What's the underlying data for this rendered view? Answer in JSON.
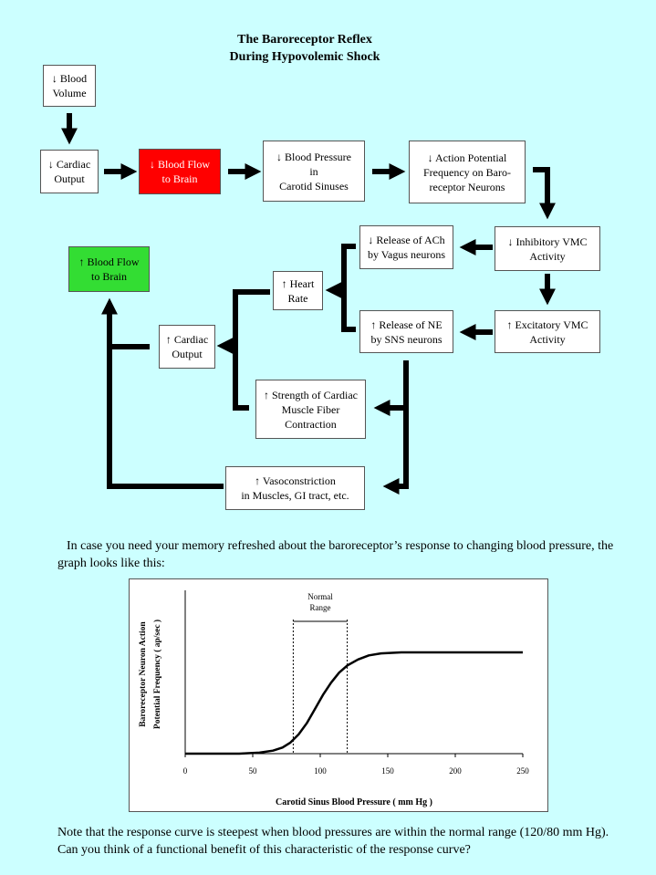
{
  "title": {
    "line1": "The Baroreceptor Reflex",
    "line2": "During Hypovolemic Shock"
  },
  "boxes": {
    "blood_volume": "↓ Blood\nVolume",
    "cardiac_output_1": "↓ Cardiac\nOutput",
    "blood_flow_brain_1": "↓ Blood Flow\nto Brain",
    "blood_pressure": "↓ Blood Pressure\nin\nCarotid Sinuses",
    "action_potential": "↓ Action Potential\nFrequency on Baro-\nreceptor Neurons",
    "inhibitory_vmc": "↓ Inhibitory VMC\nActivity",
    "excitatory_vmc": "↑ Excitatory VMC\nActivity",
    "release_ach": "↓ Release of ACh\nby Vagus neurons",
    "release_ne": "↑ Release of NE\nby SNS neurons",
    "heart_rate": "↑ Heart\nRate",
    "cardiac_output_2": "↑ Cardiac\nOutput",
    "strength": "↑ Strength of Cardiac\nMuscle Fiber\nContraction",
    "vasoconstriction": "↑ Vasoconstriction\nin Muscles, GI tract, etc.",
    "blood_flow_brain_2": "↑ Blood Flow\nto Brain"
  },
  "colors": {
    "background": "#CCFFFF",
    "decrease_highlight": "#FF0000",
    "increase_highlight": "#33DD33"
  },
  "intro_text": "In case you need your memory refreshed about the baroreceptor’s response to changing blood pressure, the graph looks like this:",
  "note_text": "Note that the response curve is steepest when blood pressures are within the normal range (120/80 mm Hg).  Can you think of a functional benefit of this characteristic of the response curve?",
  "chart_data": {
    "type": "line",
    "xlabel": "Carotid Sinus Blood Pressure ( mm Hg )",
    "ylabel_line1": "Baroreceptor Neuron Action",
    "ylabel_line2": "Potential Frequency ( ap/sec )",
    "xlim": [
      0,
      250
    ],
    "x_ticks": [
      "0",
      "50",
      "100",
      "150",
      "200",
      "250"
    ],
    "y_ticks": [],
    "normal_range_label_line1": "Normal",
    "normal_range_label_line2": "Range",
    "normal_range": [
      80,
      120
    ],
    "series": [
      {
        "x": [
          0,
          40,
          55,
          65,
          72,
          78,
          84,
          90,
          96,
          102,
          108,
          114,
          120,
          128,
          136,
          145,
          160,
          200,
          250
        ],
        "y": [
          0.0,
          0.0,
          0.01,
          0.03,
          0.06,
          0.11,
          0.19,
          0.3,
          0.44,
          0.58,
          0.7,
          0.8,
          0.87,
          0.93,
          0.97,
          0.99,
          1.0,
          1.0,
          1.0
        ]
      }
    ]
  }
}
